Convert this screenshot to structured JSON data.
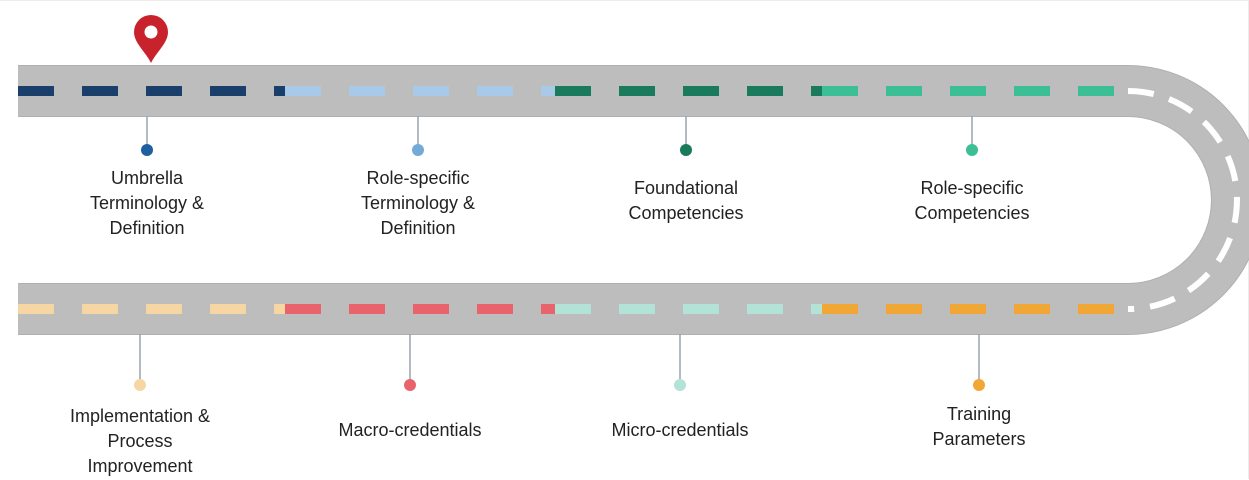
{
  "diagram": {
    "colors": {
      "road": "#bdbdbd",
      "road_edge": "#b0b0b0",
      "curve_marking": "#ffffff",
      "pin": "#c8232c",
      "pin_hole": "#ffffff",
      "connector": "#9aa3ad",
      "text": "#222222"
    },
    "pin": {
      "icon": "location-pin-icon",
      "stage_index": 0
    },
    "top_stages": [
      {
        "label": "Umbrella\nTerminology &\nDefinition",
        "color": "#1b3f6b",
        "dot_color": "#1f5fa0"
      },
      {
        "label": "Role-specific\nTerminology &\nDefinition",
        "color": "#a9c9e8",
        "dot_color": "#74a9d8"
      },
      {
        "label": "Foundational\nCompetencies",
        "color": "#1a7a5c",
        "dot_color": "#1a7a5c"
      },
      {
        "label": "Role-specific\nCompetencies",
        "color": "#3cbf95",
        "dot_color": "#3cbf95"
      }
    ],
    "bottom_stages": [
      {
        "label": "Implementation &\nProcess\nImprovement",
        "color": "#f6d7a4",
        "dot_color": "#f6d7a4"
      },
      {
        "label": "Macro-credentials",
        "color": "#e8636c",
        "dot_color": "#e8636c"
      },
      {
        "label": "Micro-credentials",
        "color": "#b3e3d6",
        "dot_color": "#b3e3d6"
      },
      {
        "label": "Training\nParameters",
        "color": "#f2a735",
        "dot_color": "#f2a735"
      }
    ]
  }
}
